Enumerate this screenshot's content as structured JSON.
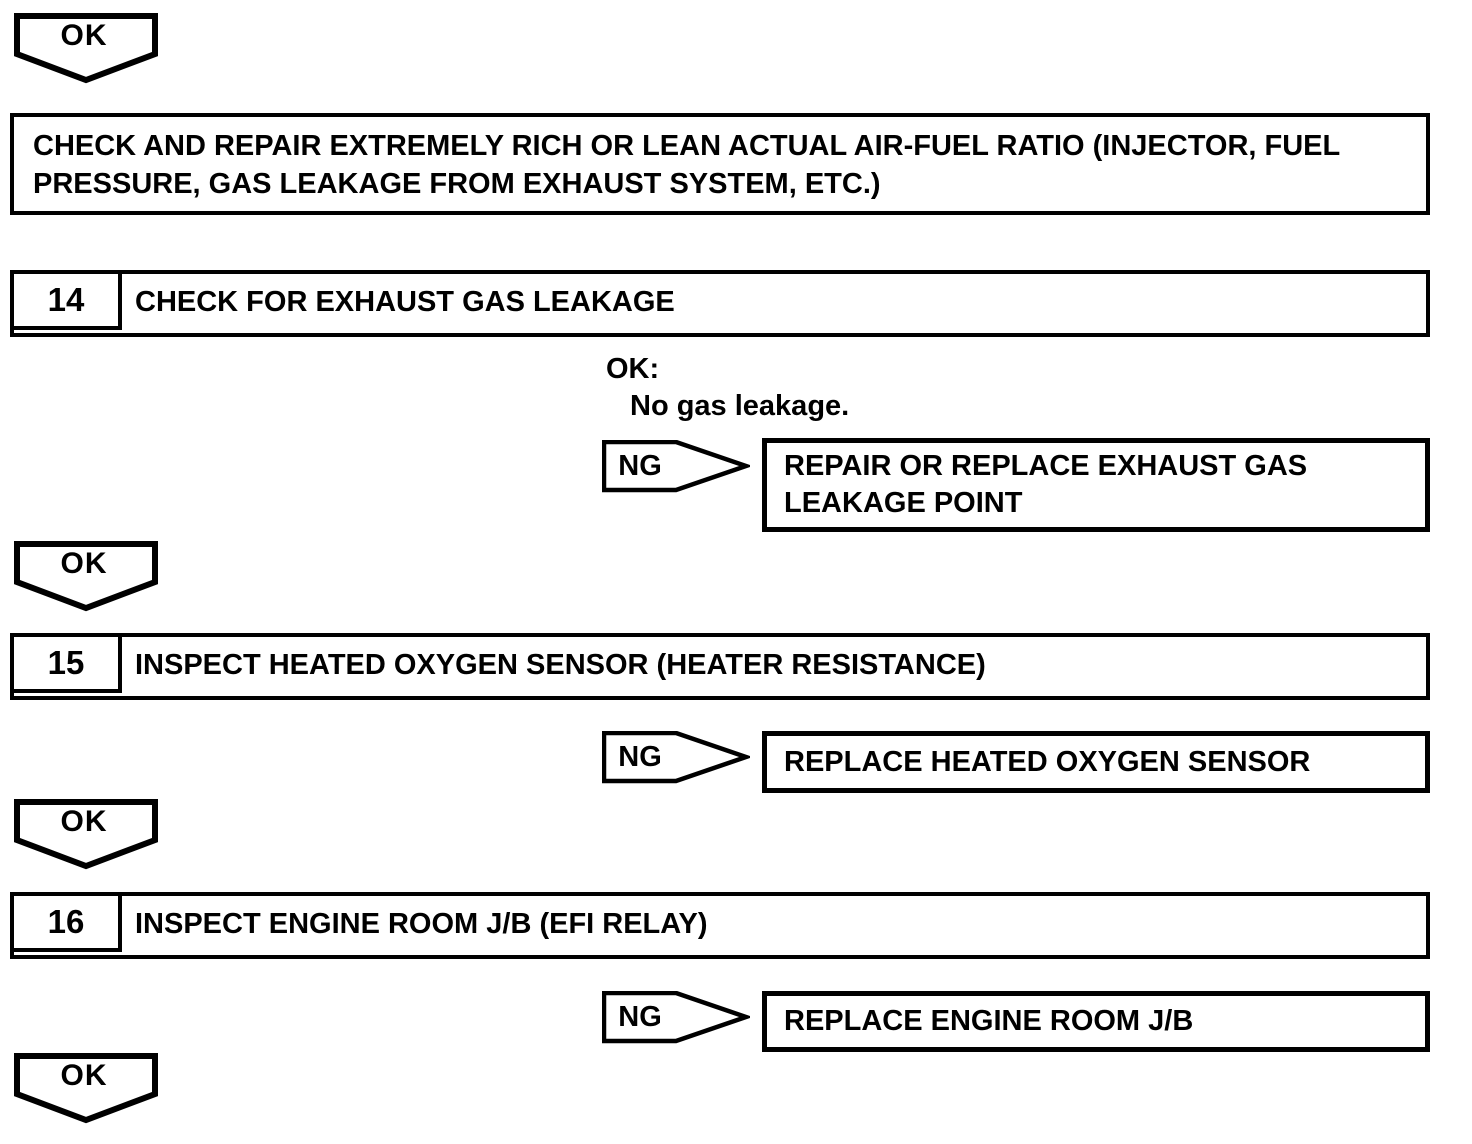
{
  "palette": {
    "ink": "#000000",
    "paper": "#ffffff"
  },
  "flowchart": {
    "entry_connector_label": "OK",
    "action_box": {
      "lines": [
        "CHECK AND REPAIR EXTREMELY RICH OR LEAN ACTUAL AIR-FUEL RATIO (INJECTOR, FUEL",
        "PRESSURE, GAS LEAKAGE FROM EXHAUST SYSTEM, ETC.)"
      ]
    },
    "steps": [
      {
        "number": "14",
        "title": "CHECK FOR EXHAUST GAS LEAKAGE",
        "criteria": {
          "label": "OK:",
          "detail": "No gas leakage."
        },
        "ng": {
          "label": "NG",
          "action_lines": [
            "REPAIR OR REPLACE EXHAUST GAS",
            "LEAKAGE POINT"
          ]
        },
        "ok_connector_label": "OK"
      },
      {
        "number": "15",
        "title": "INSPECT HEATED OXYGEN SENSOR (HEATER RESISTANCE)",
        "ng": {
          "label": "NG",
          "action_lines": [
            "REPLACE HEATED OXYGEN SENSOR"
          ]
        },
        "ok_connector_label": "OK"
      },
      {
        "number": "16",
        "title": "INSPECT ENGINE ROOM J/B (EFI RELAY)",
        "ng": {
          "label": "NG",
          "action_lines": [
            "REPLACE ENGINE ROOM J/B"
          ]
        },
        "ok_connector_label": "OK"
      }
    ]
  }
}
